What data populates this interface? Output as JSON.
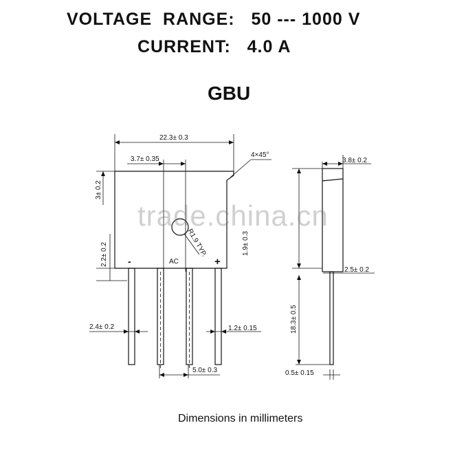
{
  "header": {
    "voltage_range": "VOLTAGE  RANGE:   50 --- 1000 V",
    "current": "CURRENT:   4.0 A",
    "package": "GBU"
  },
  "drawing": {
    "overall_width": "22.3± 0.3",
    "pin_offset": "3.7± 0.35",
    "chamfer": "4×45°",
    "body_height": "3± 0.2",
    "lead_length_top": "2.2± 0.2",
    "pin_width": "2.4± 0.2",
    "lead_width": "1.2± 0.15",
    "pin_pitch": "5.0± 0.3",
    "hole_radius": "R1.9 TYP.",
    "side_mark": "1.9± 0.3",
    "minus_label": "-",
    "ac_label": "AC",
    "plus_label": "+",
    "thickness": "3.8± 0.2",
    "standoff": "2.5± 0.2",
    "lead_length": "18.3± 0.5",
    "lead_thickness": "0.5± 0.15"
  },
  "watermark": "trade.china.cn",
  "footer": "Dimensions in millimeters"
}
